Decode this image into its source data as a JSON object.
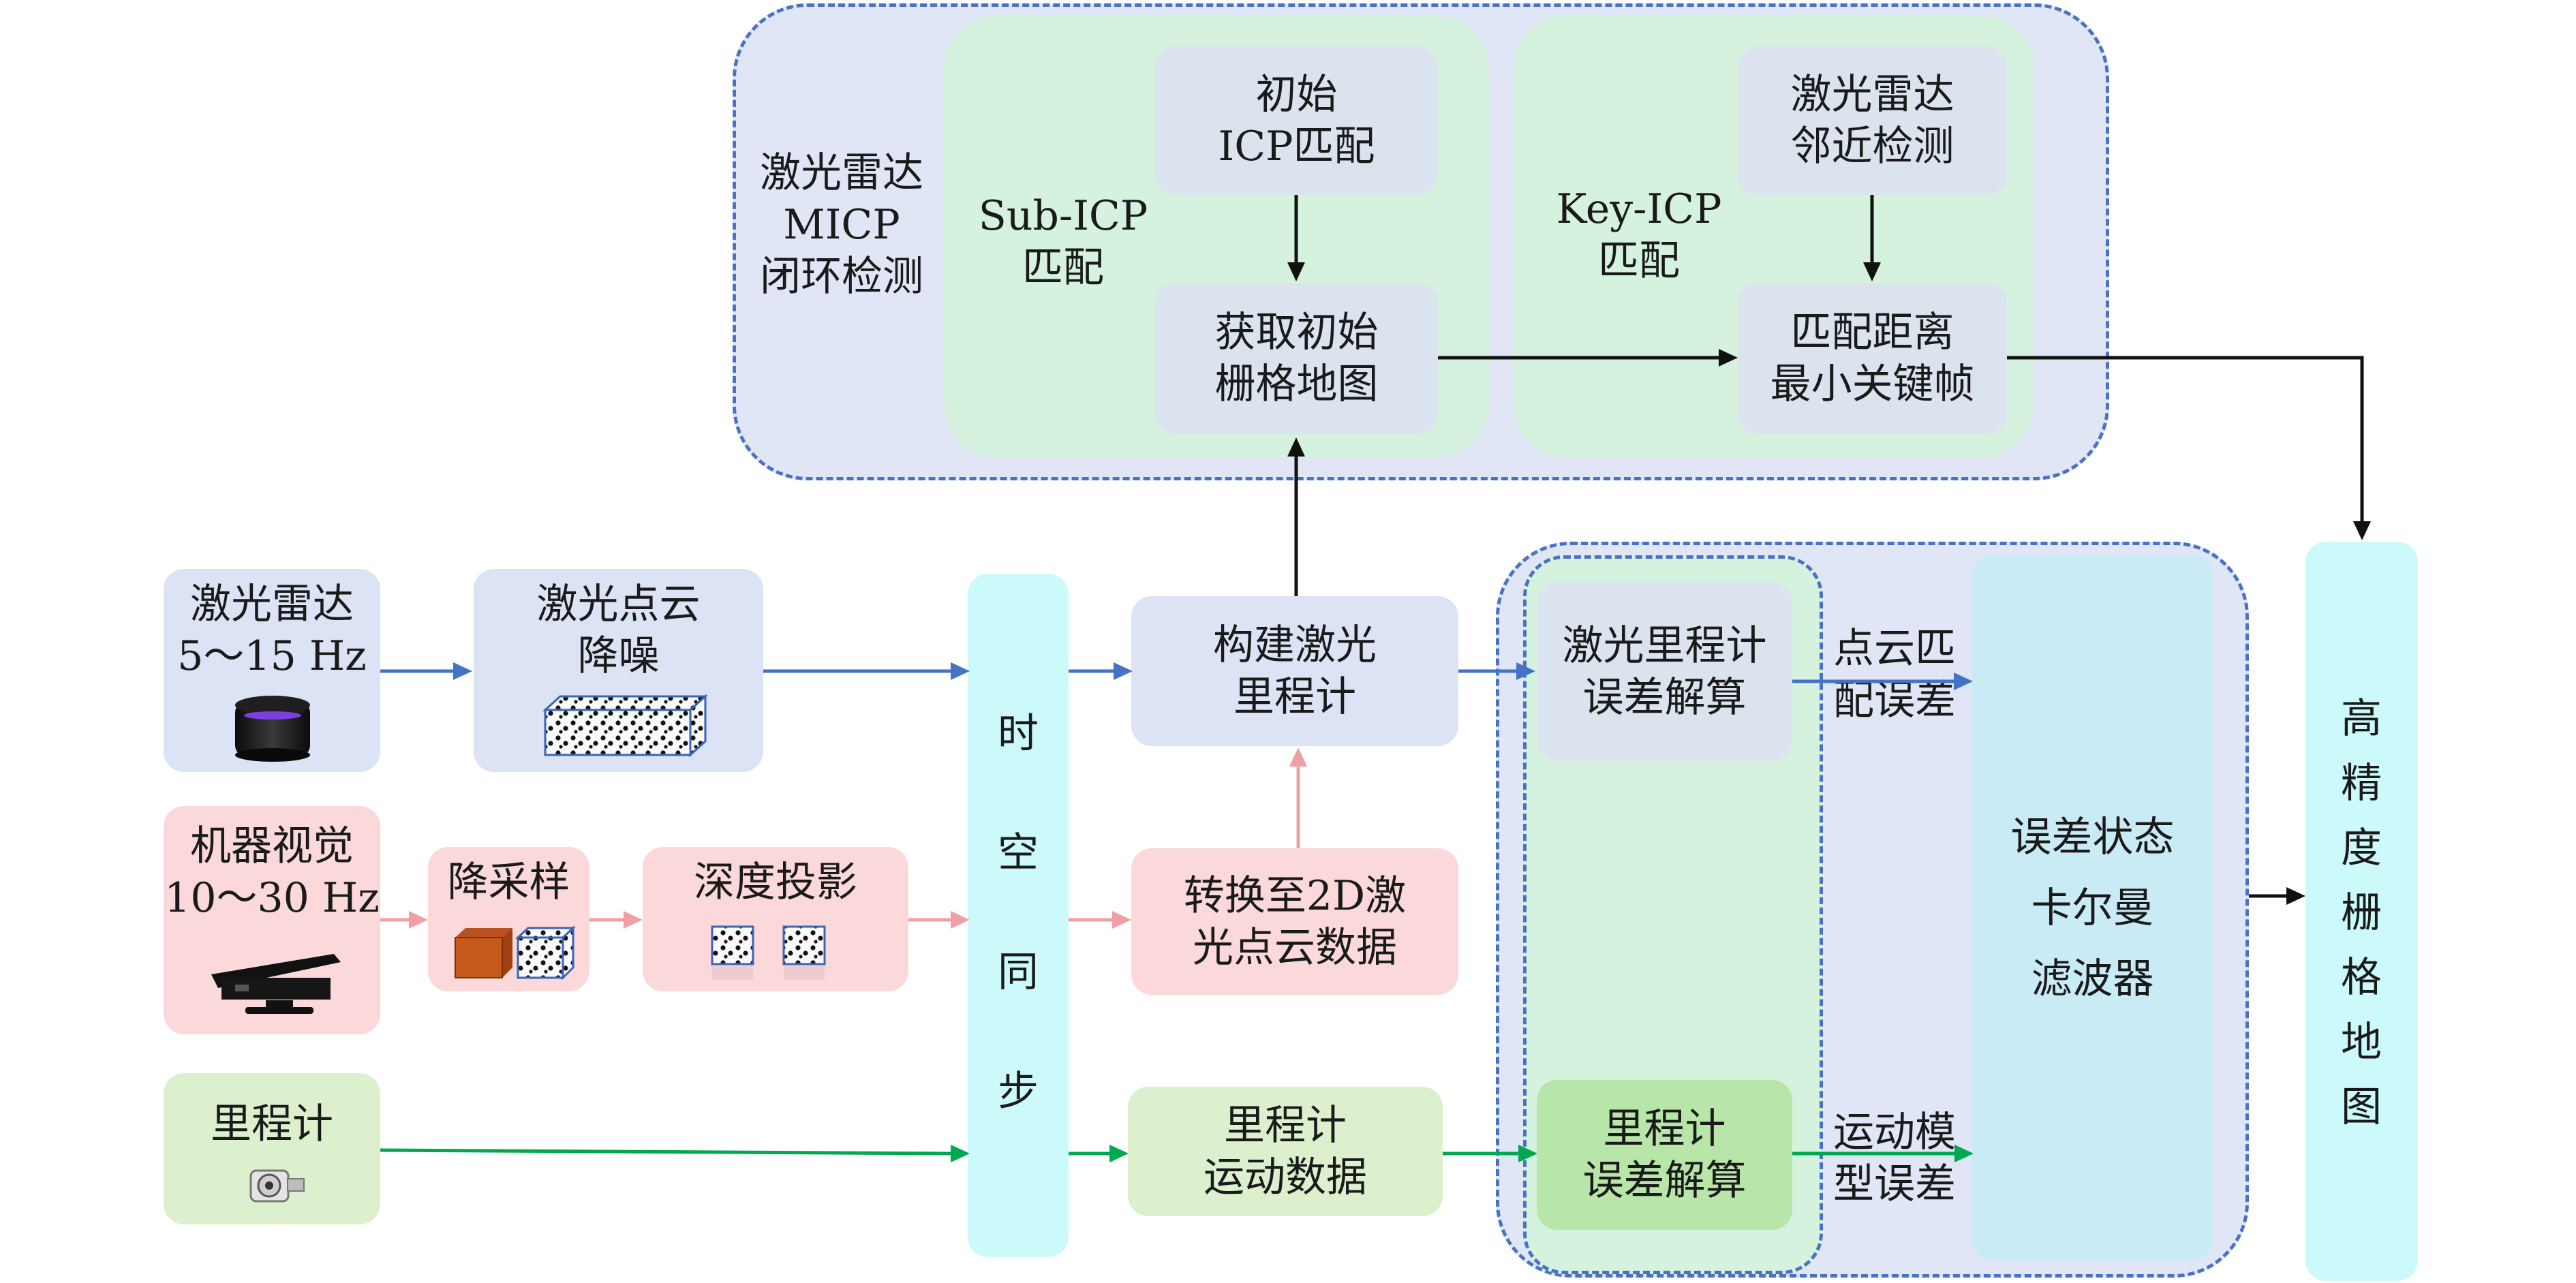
{
  "colors": {
    "outer_panel": "#e1e6f6",
    "green_panel": "#d5f2df",
    "node_gray": "#dbe3ee",
    "lidar_node": "#dbe3f4",
    "vision_node": "#fbd9da",
    "odom_node": "#dcf0cd",
    "sync_bar": "#ccfafa",
    "ekf_bar": "#c9ebf5",
    "arrow_blue": "#4472c4",
    "arrow_pink": "#f0a0a4",
    "arrow_green": "#00a850",
    "arrow_black": "#111111",
    "dash": "#4a72c4"
  },
  "labels": {
    "micp": "激光雷达\nMICP\n闭环检测",
    "sub_icp": "Sub-ICP\n匹配",
    "key_icp": "Key-ICP\n匹配",
    "init_icp": "初始\nICP匹配",
    "get_grid": "获取初始\n栅格地图",
    "lidar_nbr": "激光雷达\n邻近检测",
    "min_keyframe": "匹配距离\n最小关键帧",
    "lidar_src": "激光雷达\n5～15 Hz",
    "pc_denoise": "激光点云\n降噪",
    "vision_src": "机器视觉\n10～30 Hz",
    "downsample": "降采样",
    "depth_proj": "深度投影",
    "odom_src": "里程计",
    "sync": "时空同步",
    "build_lo": "构建激光\n里程计",
    "to2d": "转换至2D激\n光点云数据",
    "odom_motion": "里程计\n运动数据",
    "laser_err": "激光里程计\n误差解算",
    "odom_err": "里程计\n误差解算",
    "pc_err": "点云匹\n配误差",
    "motion_err": "运动模\n型误差",
    "ekf": "误差状态\n卡尔曼\n滤波器",
    "output": "高精度栅格地图"
  },
  "icons": [
    "lidar-sensor-icon",
    "point-cloud-block-icon",
    "depth-camera-icon",
    "voxel-cube-icon",
    "encoder-icon"
  ]
}
